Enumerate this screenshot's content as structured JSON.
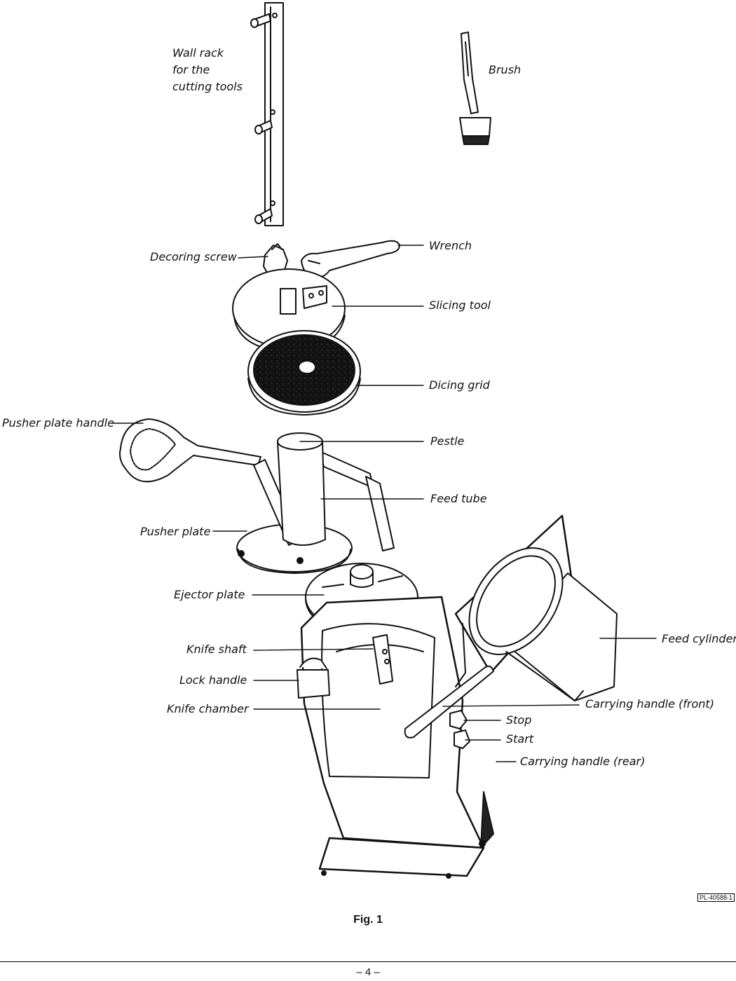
{
  "labels": {
    "wall_rack": [
      "Wall rack",
      "for the",
      "cutting tools"
    ],
    "brush": "Brush",
    "decoring_screw": "Decoring screw",
    "wrench": "Wrench",
    "slicing_tool": "Slicing tool",
    "dicing_grid": "Dicing grid",
    "pusher_plate_handle": "Pusher plate handle",
    "pestle": "Pestle",
    "feed_tube": "Feed tube",
    "pusher_plate": "Pusher plate",
    "ejector_plate": "Ejector plate",
    "knife_shaft": "Knife shaft",
    "lock_handle": "Lock handle",
    "knife_chamber": "Knife chamber",
    "feed_cylinder": "Feed cylinder",
    "carrying_handle_front": "Carrying handle (front)",
    "stop": "Stop",
    "start": "Start",
    "carrying_handle_rear": "Carrying handle (rear)"
  },
  "reference_code": "PL-40588-1",
  "caption": "Fig. 1",
  "page_number": "– 4 –"
}
